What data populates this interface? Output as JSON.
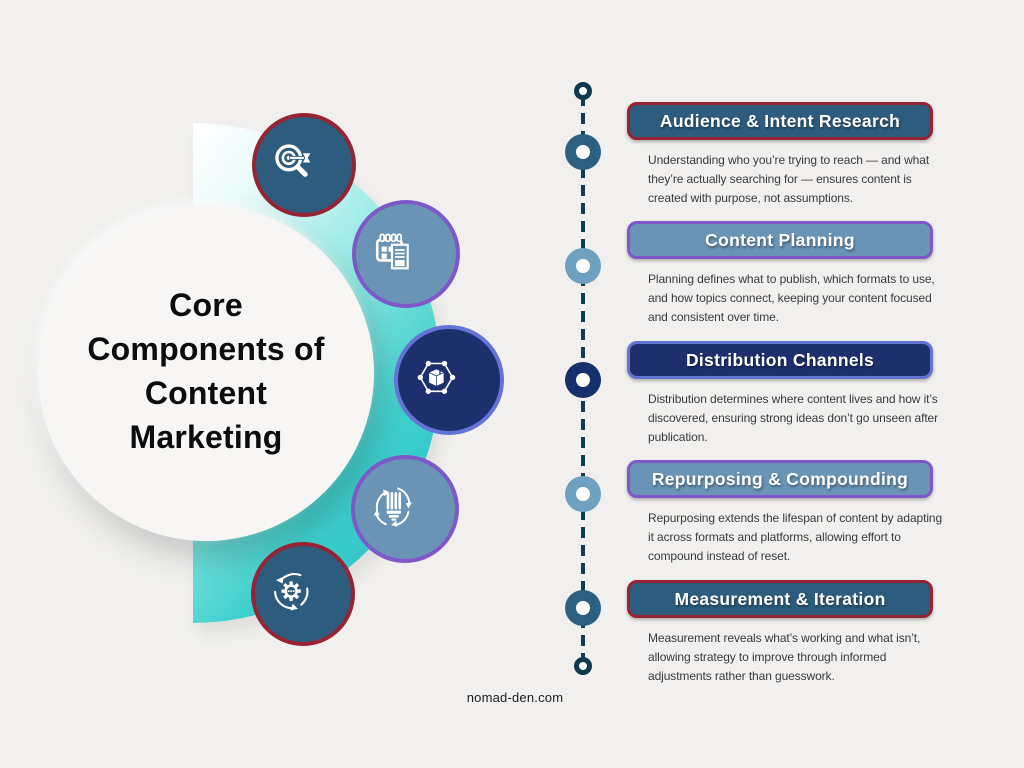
{
  "page": {
    "background": "#f1f0ee",
    "footer": "nomad-den.com"
  },
  "hero": {
    "title": "Core\nComponents of\nContent\nMarketing"
  },
  "colors": {
    "teal_gradient_start": "#ffffff",
    "teal_gradient_end": "#2cc2c8",
    "steel_blue_dark": "#2d5c7e",
    "steel_blue_light": "#6994b5",
    "navy": "#1e2f6e",
    "maroon_border": "#962435",
    "purple_border": "#7e57c8",
    "periwinkle_border": "#6673d6",
    "timeline_dash": "#113c51",
    "node_dark": "#2d5f80",
    "node_light": "#6fa0c0",
    "node_navy": "#16306b",
    "body_text": "#3a3a3a"
  },
  "timeline": {
    "node_colors": [
      "#2d5f80",
      "#6fa0c0",
      "#16306b",
      "#6fa0c0",
      "#2d5f80"
    ]
  },
  "sections": [
    {
      "label": "Audience & Intent Research",
      "description": "Understanding who you’re trying to reach — and what they’re actually searching for — ensures content is created with purpose, not assumptions.",
      "icon": "target-magnifier-icon",
      "pill_fill": "#2d5c7e",
      "pill_border": "#962435"
    },
    {
      "label": "Content Planning",
      "description": "Planning defines what to publish, which formats to use, and how topics connect, keeping your content focused and consistent over time.",
      "icon": "calendar-document-icon",
      "pill_fill": "#6994b5",
      "pill_border": "#7e57c8"
    },
    {
      "label": "Distribution Channels",
      "description": "Distribution determines where content lives and how it’s discovered, ensuring strong ideas don’t go unseen after publication.",
      "icon": "package-network-icon",
      "pill_fill": "#1e2f6e",
      "pill_border": "#6673d6"
    },
    {
      "label": "Repurposing & Compounding",
      "description": "Repurposing extends the lifespan of content by adapting it across formats and platforms, allowing effort to compound instead of reset.",
      "icon": "bulb-recycle-icon",
      "pill_fill": "#6994b5",
      "pill_border": "#7e57c8"
    },
    {
      "label": "Measurement & Iteration",
      "description": "Measurement reveals what’s working and what isn’t, allowing strategy to improve through informed adjustments rather than guesswork.",
      "icon": "gear-cycle-icon",
      "pill_fill": "#2d5c7e",
      "pill_border": "#962435"
    }
  ]
}
